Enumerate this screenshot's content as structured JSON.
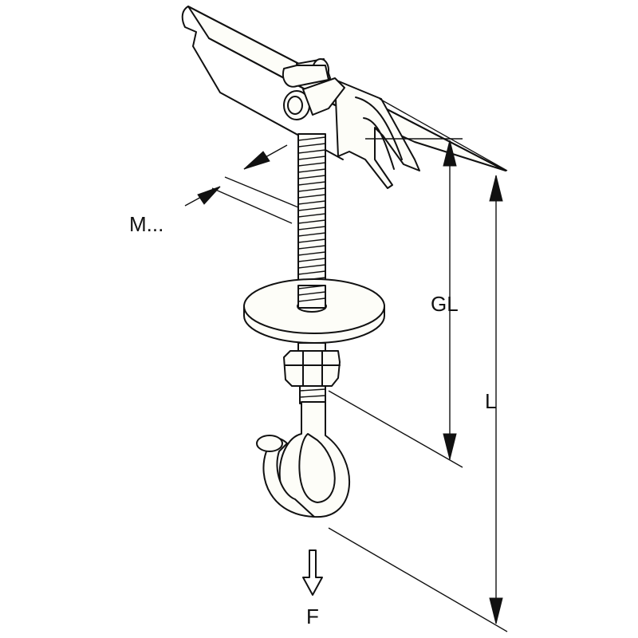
{
  "labels": {
    "thread": "M...",
    "grip_length": "GL",
    "length": "L",
    "force": "F"
  }
}
